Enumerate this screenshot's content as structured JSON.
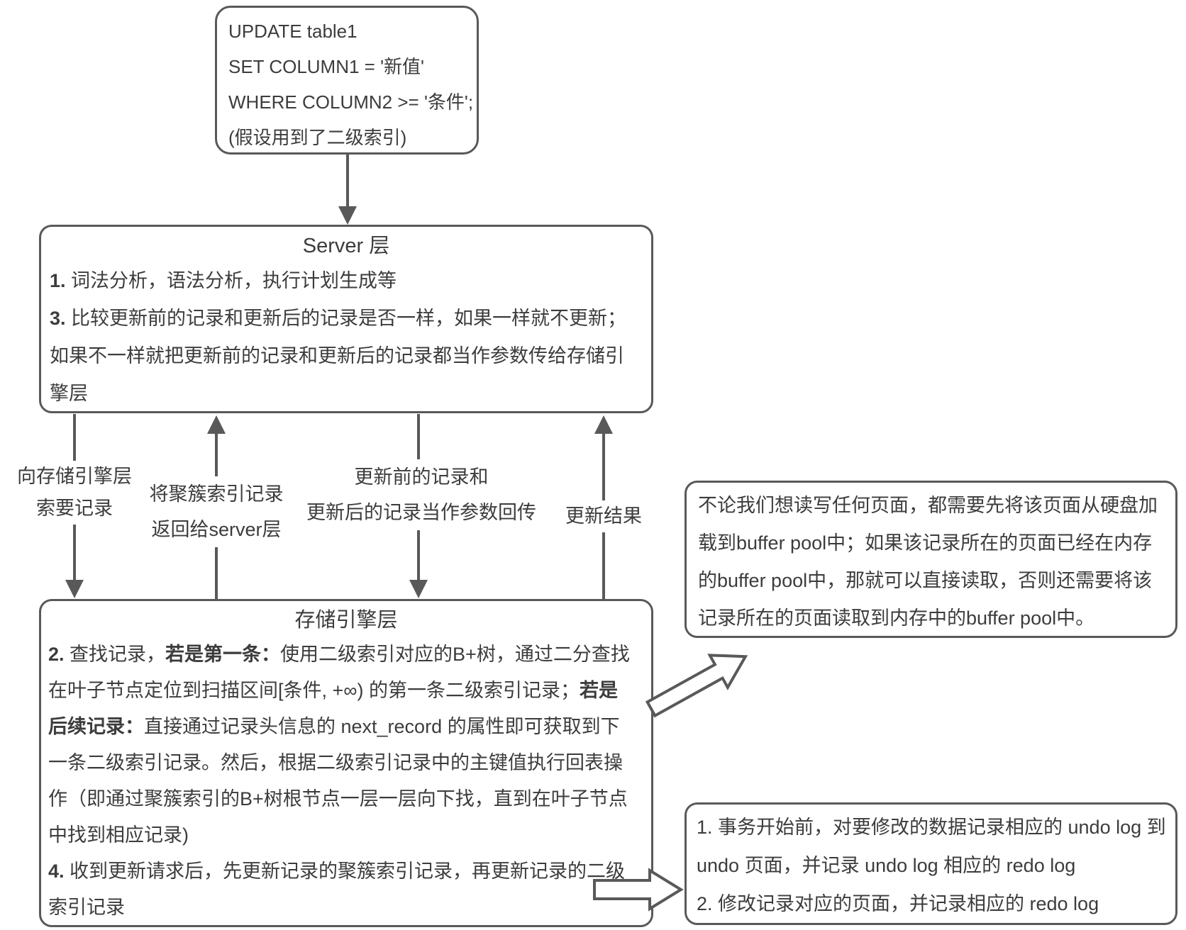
{
  "colors": {
    "border": "#595959",
    "text": "#3c3c3c",
    "arrow": "#595959",
    "background": "#ffffff"
  },
  "sql_box": {
    "lines": [
      "UPDATE table1",
      "SET COLUMN1 = '新值'",
      "WHERE COLUMN2 >= '条件';",
      "(假设用到了二级索引)"
    ]
  },
  "server_box": {
    "title": "Server 层",
    "lines": [
      [
        {
          "b": true,
          "t": "1."
        },
        {
          "t": " 词法分析，语法分析，执行计划生成等"
        }
      ],
      [
        {
          "b": true,
          "t": "3."
        },
        {
          "t": " 比较更新前的记录和更新后的记录是否一样，如果一样就不更新；"
        }
      ],
      [
        {
          "t": "如果不一样就把更新前的记录和更新后的记录都当作参数传给存储引"
        }
      ],
      [
        {
          "t": "擎层"
        }
      ]
    ]
  },
  "flow_labels": {
    "request_record": [
      "向存储引擎层",
      "索要记录"
    ],
    "return_record": [
      "将聚簇索引记录",
      "返回给server层"
    ],
    "pass_params": [
      "更新前的记录和",
      "更新后的记录当作参数回传"
    ],
    "update_result": [
      "更新结果"
    ]
  },
  "storage_box": {
    "title": "存储引擎层",
    "lines": [
      [
        {
          "b": true,
          "t": "2."
        },
        {
          "t": " 查找记录，"
        },
        {
          "b": true,
          "t": "若是第一条："
        },
        {
          "t": "使用二级索引对应的B+树，通过二分查找"
        }
      ],
      [
        {
          "t": "在叶子节点定位到扫描区间[条件, +∞) 的第一条二级索引记录；"
        },
        {
          "b": true,
          "t": "若是"
        }
      ],
      [
        {
          "b": true,
          "t": "后续记录："
        },
        {
          "t": "直接通过记录头信息的 next_record 的属性即可获取到下"
        }
      ],
      [
        {
          "t": "一条二级索引记录。然后，根据二级索引记录中的主键值执行回表操"
        }
      ],
      [
        {
          "t": "作（即通过聚簇索引的B+树根节点一层一层向下找，直到在叶子节点"
        }
      ],
      [
        {
          "t": "中找到相应记录)"
        }
      ],
      [
        {
          "b": true,
          "t": "4."
        },
        {
          "t": " 收到更新请求后，先更新记录的聚簇索引记录，再更新记录的二级"
        }
      ],
      [
        {
          "t": "索引记录"
        }
      ]
    ]
  },
  "buffer_pool_note": {
    "lines": [
      "不论我们想读写任何页面，都需要先将该页面从硬盘加",
      "载到buffer pool中；如果该记录所在的页面已经在内存",
      "的buffer pool中，那就可以直接读取，否则还需要将该",
      "记录所在的页面读取到内存中的buffer pool中。"
    ]
  },
  "undo_redo_note": {
    "lines": [
      "1. 事务开始前，对要修改的数据记录相应的 undo log 到",
      "undo 页面，并记录 undo log 相应的 redo log",
      "2. 修改记录对应的页面，并记录相应的 redo log"
    ]
  }
}
